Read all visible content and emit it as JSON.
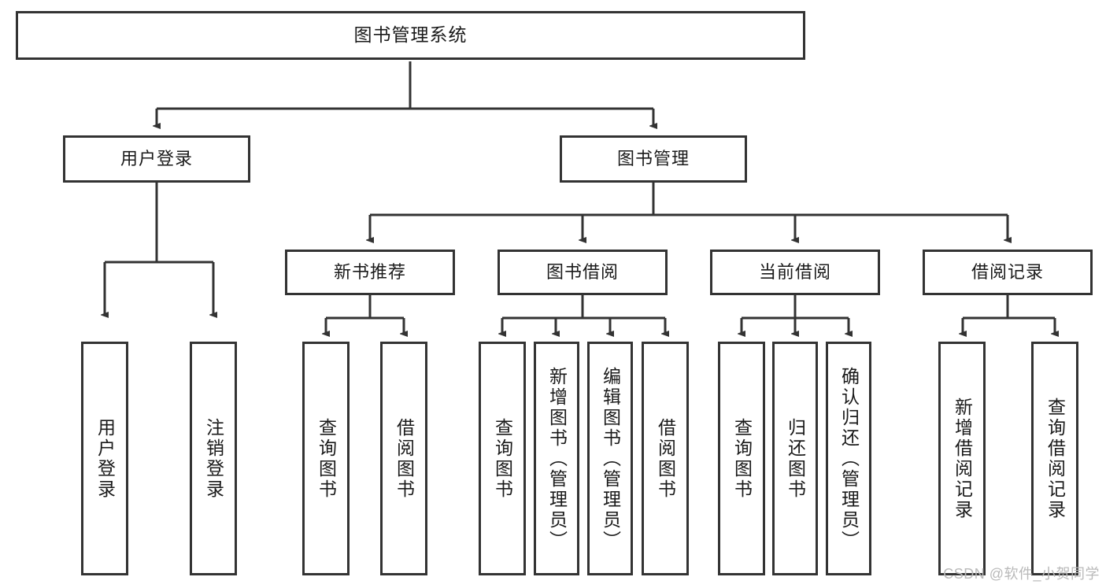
{
  "diagram": {
    "title": "图书管理系统",
    "type": "hierarchy-tree",
    "watermark": "CSDN @软件_小贺同学",
    "colors": {
      "stroke": "#333333",
      "background": "#ffffff",
      "text": "#1a1a1a",
      "watermark": "#b9b9b9"
    },
    "levels": {
      "root": {
        "label": "图书管理系统"
      },
      "level2": [
        {
          "label": "用户登录"
        },
        {
          "label": "图书管理"
        }
      ],
      "level3": [
        {
          "label": "新书推荐"
        },
        {
          "label": "图书借阅"
        },
        {
          "label": "当前借阅"
        },
        {
          "label": "借阅记录"
        }
      ],
      "leaves": [
        {
          "label": "用户登录",
          "parent": "用户登录"
        },
        {
          "label": "注销登录",
          "parent": "用户登录"
        },
        {
          "label": "查询图书",
          "parent": "新书推荐"
        },
        {
          "label": "借阅图书",
          "parent": "新书推荐"
        },
        {
          "label": "查询图书",
          "parent": "图书借阅"
        },
        {
          "label": "新增图书（管理员）",
          "parent": "图书借阅"
        },
        {
          "label": "编辑图书（管理员）",
          "parent": "图书借阅"
        },
        {
          "label": "借阅图书",
          "parent": "图书借阅"
        },
        {
          "label": "查询图书",
          "parent": "当前借阅"
        },
        {
          "label": "归还图书",
          "parent": "当前借阅"
        },
        {
          "label": "确认归还（管理员）",
          "parent": "当前借阅"
        },
        {
          "label": "新增借阅记录",
          "parent": "借阅记录"
        },
        {
          "label": "查询借阅记录",
          "parent": "借阅记录"
        }
      ]
    }
  }
}
